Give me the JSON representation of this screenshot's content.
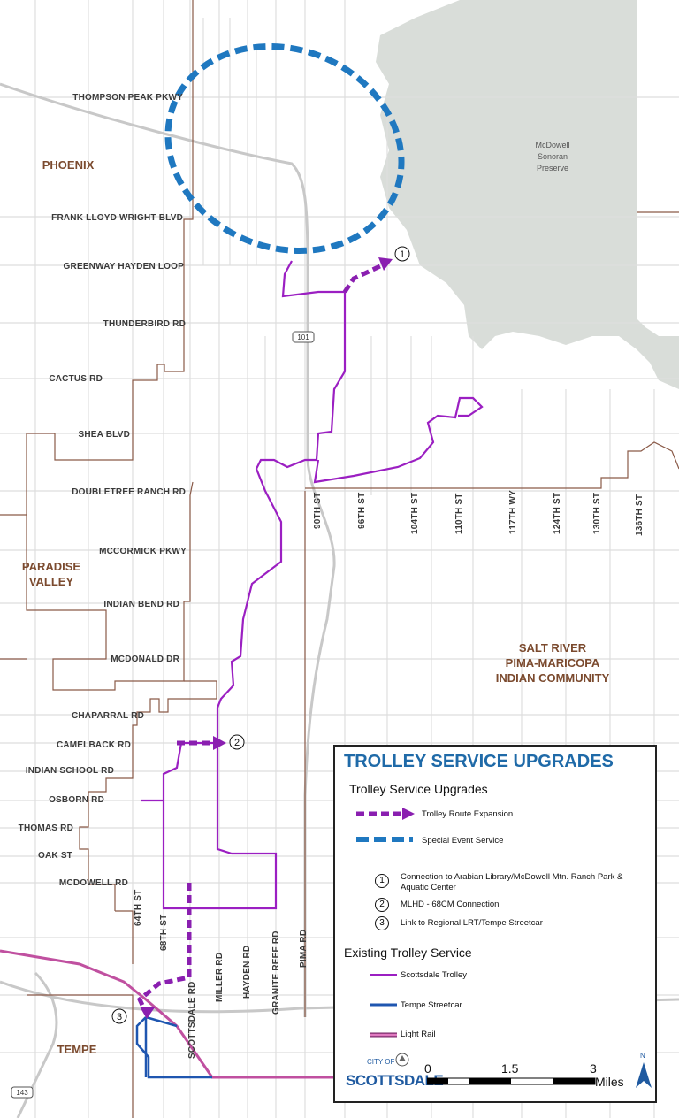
{
  "map": {
    "cities": [
      "PHOENIX",
      "PARADISE",
      "VALLEY",
      "SALT RIVER",
      "PIMA-MARICOPA",
      "INDIAN COMMUNITY",
      "TEMPE"
    ],
    "preserve_label": [
      "McDowell",
      "Sonoran",
      "Preserve"
    ],
    "east_west_streets": [
      "THOMPSON PEAK PKWY",
      "FRANK LLOYD WRIGHT BLVD",
      "GREENWAY HAYDEN LOOP",
      "THUNDERBIRD RD",
      "CACTUS RD",
      "SHEA BLVD",
      "DOUBLETREE RANCH RD",
      "MCCORMICK PKWY",
      "INDIAN BEND RD",
      "MCDONALD DR",
      "CHAPARRAL RD",
      "CAMELBACK RD",
      "INDIAN SCHOOL RD",
      "OSBORN RD",
      "THOMAS RD",
      "OAK ST",
      "MCDOWELL RD"
    ],
    "north_south_streets": [
      "90TH ST",
      "96TH ST",
      "104TH ST",
      "110TH ST",
      "117TH WY",
      "124TH ST",
      "130TH ST",
      "136TH ST",
      "64TH ST",
      "68TH ST",
      "SCOTTSDALE RD",
      "MILLER RD",
      "HAYDEN RD",
      "GRANITE REEF RD",
      "PIMA RD"
    ],
    "highways": [
      "101",
      "143"
    ],
    "markers": [
      "1",
      "2",
      "3"
    ],
    "colors": {
      "trolley": "#9b1fc2",
      "expansion": "#8a1fb0",
      "special_event": "#1f78c0",
      "streetcar": "#1f56b0",
      "light_rail": "#c050a0",
      "boundary": "#8a5a48",
      "preserve": "#d7dbd7",
      "roads": "#dcdcdc"
    }
  },
  "legend": {
    "title": "TROLLEY SERVICE UPGRADES",
    "upgrades_heading": "Trolley Service Upgrades",
    "upgrade_items": [
      {
        "label": "Trolley Route Expansion",
        "icon": "dashed-arrow"
      },
      {
        "label": "Special Event Service",
        "icon": "dashed-line"
      }
    ],
    "numbered_items": [
      {
        "num": "1",
        "label": "Connection to Arabian Library/McDowell Mtn. Ranch Park & Aquatic Center"
      },
      {
        "num": "2",
        "label": "MLHD - 68CM Connection"
      },
      {
        "num": "3",
        "label": "Link to Regional LRT/Tempe Streetcar"
      }
    ],
    "existing_heading": "Existing Trolley Service",
    "existing_items": [
      {
        "label": "Scottsdale Trolley"
      },
      {
        "label": "Tempe Streetcar"
      },
      {
        "label": "Light Rail"
      }
    ],
    "logo_small": "CITY OF",
    "logo_big": "SCOTTSDALE",
    "scale": {
      "ticks": [
        "0",
        "1.5",
        "3"
      ],
      "unit": "Miles"
    },
    "north": "N"
  }
}
